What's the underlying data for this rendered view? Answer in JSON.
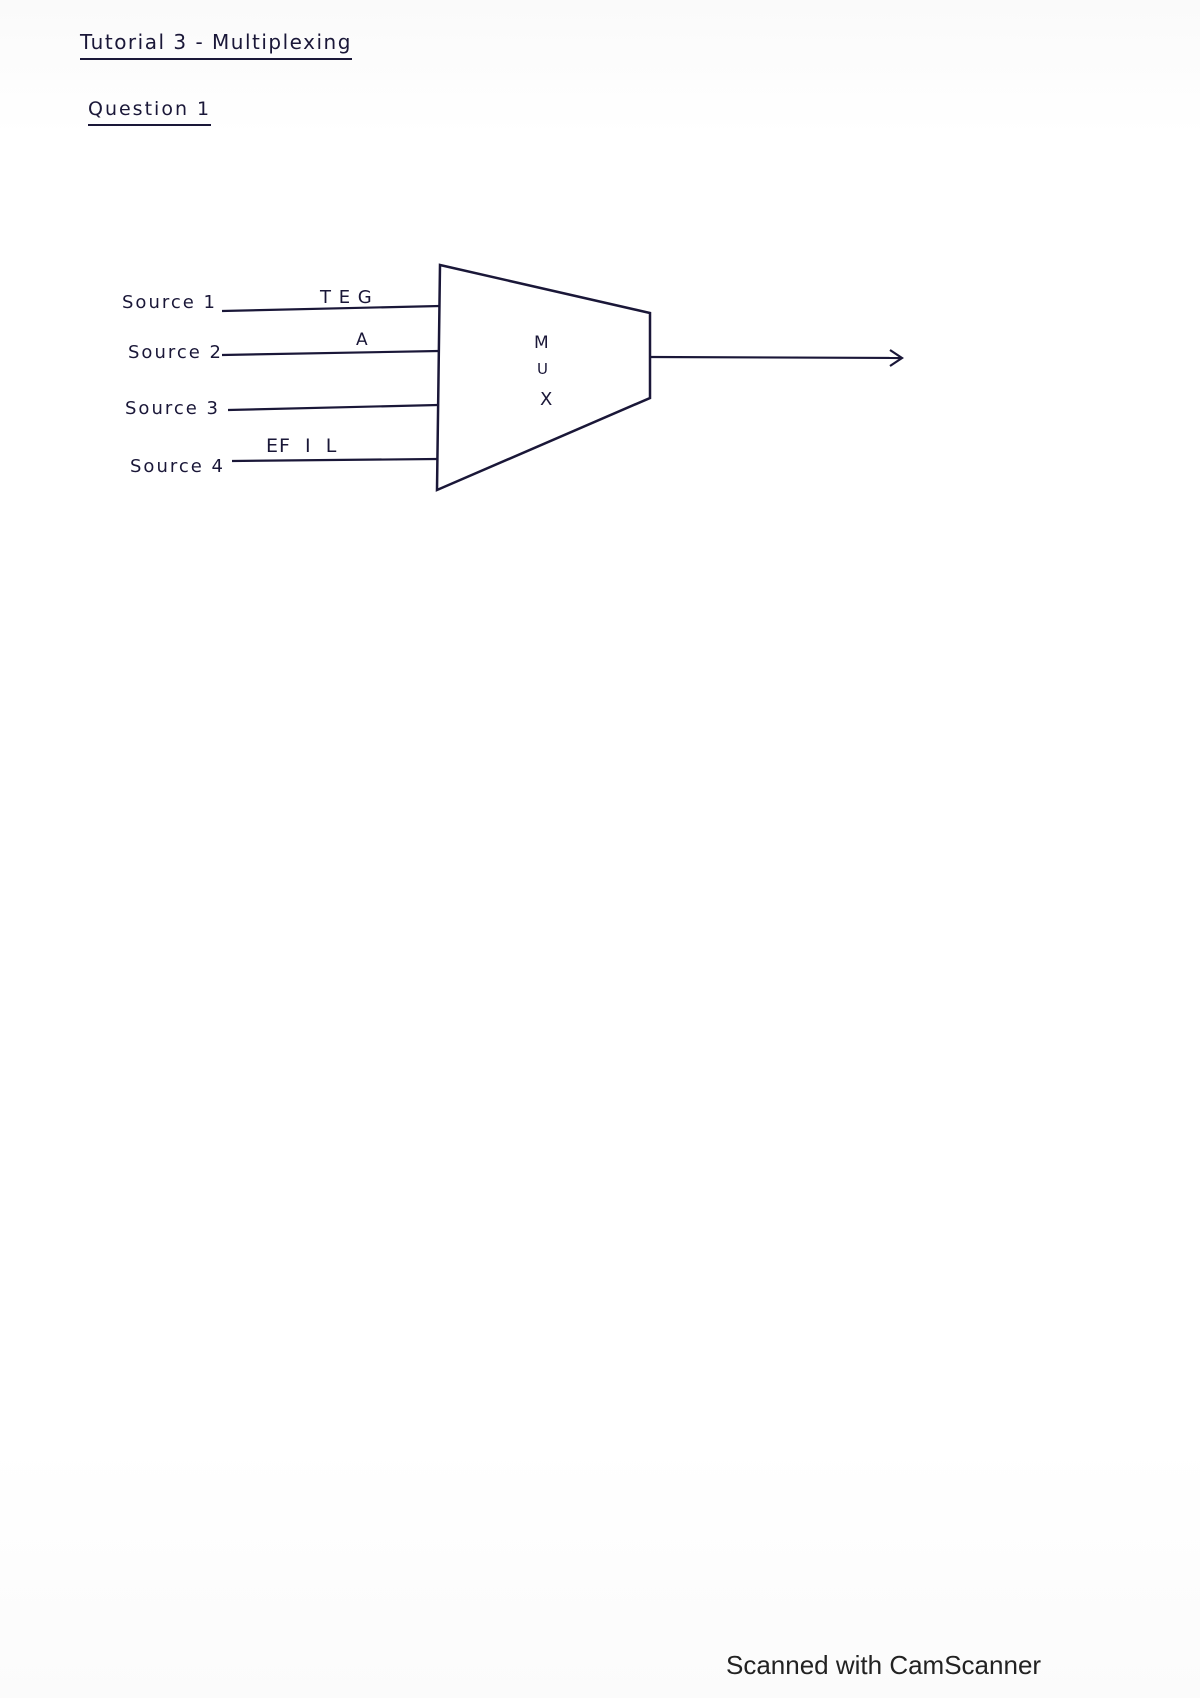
{
  "document": {
    "title": "Tutorial 3 - Multiplexing",
    "question": "Question 1"
  },
  "diagram": {
    "sources": [
      {
        "label": "Source 1",
        "signal": "T E G"
      },
      {
        "label": "Source 2",
        "signal": "A"
      },
      {
        "label": "Source 3",
        "signal": ""
      },
      {
        "label": "Source 4",
        "signal": "EF  I  L"
      }
    ],
    "mux_letters": [
      "M",
      "U",
      "X"
    ]
  },
  "footer": {
    "text": "Scanned with CamScanner"
  },
  "colors": {
    "ink": "#1a1738",
    "paper": "#ffffff"
  }
}
